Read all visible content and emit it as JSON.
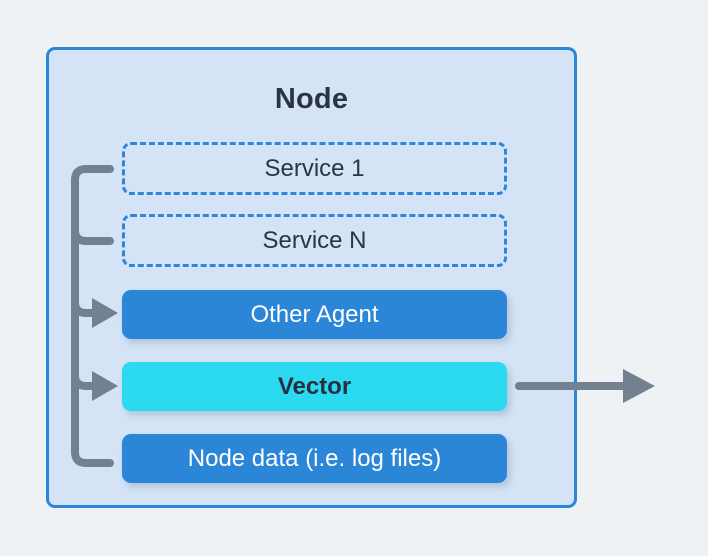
{
  "diagram": {
    "title": "Node",
    "background_color": "#eff2f5",
    "node": {
      "label": "Node",
      "fill_color": "#d4e4f6",
      "border_color": "#2b86d8"
    },
    "rows": [
      {
        "label": "Service 1",
        "style": "dashed",
        "fill_color": "none",
        "text_color": "#2b3542"
      },
      {
        "label": "Service N",
        "style": "dashed",
        "fill_color": "none",
        "text_color": "#2b3542"
      },
      {
        "label": "Other Agent",
        "style": "solid",
        "fill_color": "#2b86d8",
        "text_color": "#ffffff"
      },
      {
        "label": "Vector",
        "style": "solid",
        "fill_color": "#2bd9f1",
        "text_color": "#25313f"
      },
      {
        "label": "Node data (i.e. log files)",
        "style": "solid",
        "fill_color": "#2b86d8",
        "text_color": "#ffffff"
      }
    ],
    "connectors": {
      "color": "#72808f",
      "bracket_targets": [
        "Service 1",
        "Service N",
        "Other Agent",
        "Vector",
        "Node data (i.e. log files)"
      ],
      "arrow_targets": [
        "Other Agent",
        "Vector"
      ],
      "output_arrow_from": "Vector"
    }
  }
}
